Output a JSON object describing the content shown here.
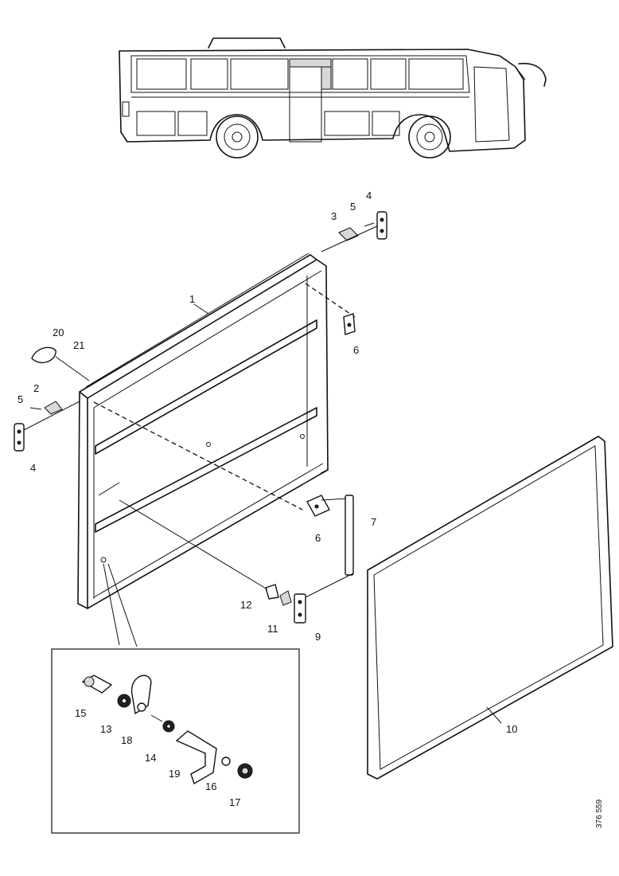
{
  "drawing": {
    "reference_code": "376 559"
  },
  "callouts": {
    "n1": "1",
    "n2": "2",
    "n3": "3",
    "n4_top": "4",
    "n4_left": "4",
    "n5_top": "5",
    "n5_left": "5",
    "n6_top": "6",
    "n6_mid": "6",
    "n7": "7",
    "n9": "9",
    "n10": "10",
    "n11": "11",
    "n12": "12",
    "n13": "13",
    "n14": "14",
    "n15": "15",
    "n16": "16",
    "n17": "17",
    "n18": "18",
    "n19": "19",
    "n20": "20",
    "n21": "21"
  }
}
